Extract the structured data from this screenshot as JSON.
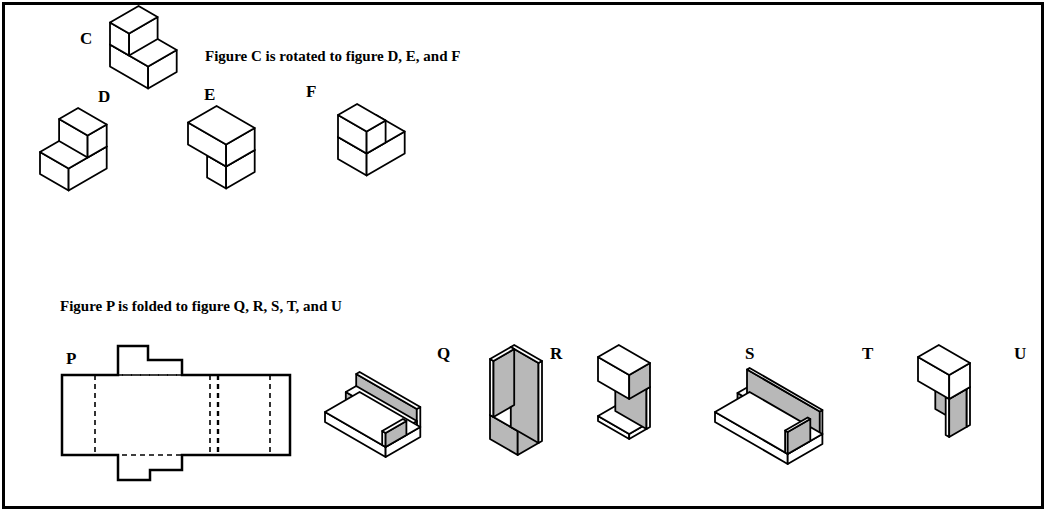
{
  "diagram": {
    "labels": [
      "C",
      "Figure C is rotated to figure D, E, and F",
      "D",
      "E",
      "F",
      "Figure P is folded to figure Q, R, S, T, and U",
      "P",
      "Q",
      "R",
      "S",
      "T",
      "U"
    ]
  }
}
